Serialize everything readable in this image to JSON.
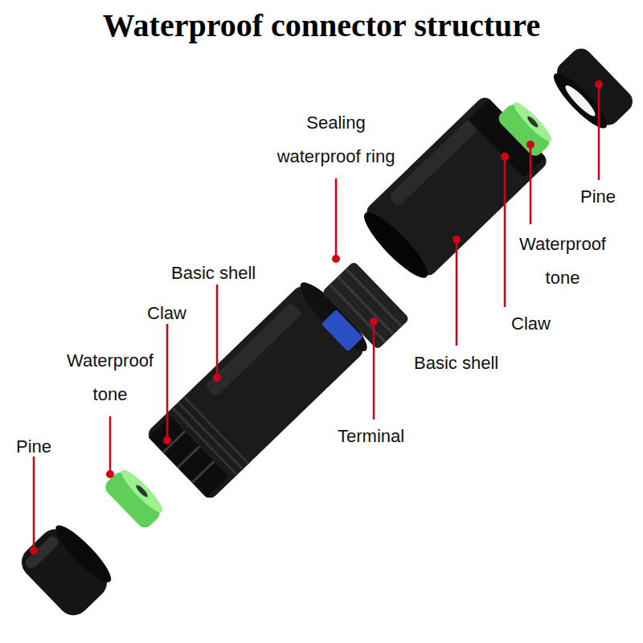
{
  "diagram": {
    "title": "Waterproof connector structure",
    "labels": [
      "Sealing waterproof ring",
      "Pine",
      "Waterproof tone",
      "Basic shell",
      "Claw",
      "Claw",
      "Waterproof tone",
      "Basic shell",
      "Terminal",
      "Pine"
    ]
  }
}
